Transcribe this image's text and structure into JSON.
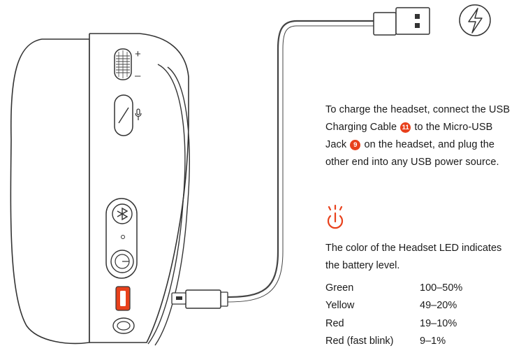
{
  "instructions": {
    "line1": "To charge the headset, connect the USB",
    "line2_a": "Charging Cable ",
    "badge_cable": "11",
    "line2_b": " to the Micro-USB",
    "line3_a": "Jack ",
    "badge_jack": "9",
    "line3_b": " on the headset, and plug the",
    "line4": "other end into any USB power source."
  },
  "controls": {
    "volume_plus": "+",
    "volume_minus": "–"
  },
  "led": {
    "line1": "The color of the Headset LED indicates",
    "line2": "the battery level."
  },
  "battery_levels": [
    {
      "color": "Green",
      "range": "100–50%"
    },
    {
      "color": "Yellow",
      "range": "49–20%"
    },
    {
      "color": "Red",
      "range": "19–10%"
    },
    {
      "color": "Red (fast blink)",
      "range": "9–1%"
    }
  ],
  "accent_color": "#e8411c",
  "icons": [
    "lightning-icon",
    "power-led-icon",
    "usb-a-connector",
    "micro-usb-connector"
  ]
}
